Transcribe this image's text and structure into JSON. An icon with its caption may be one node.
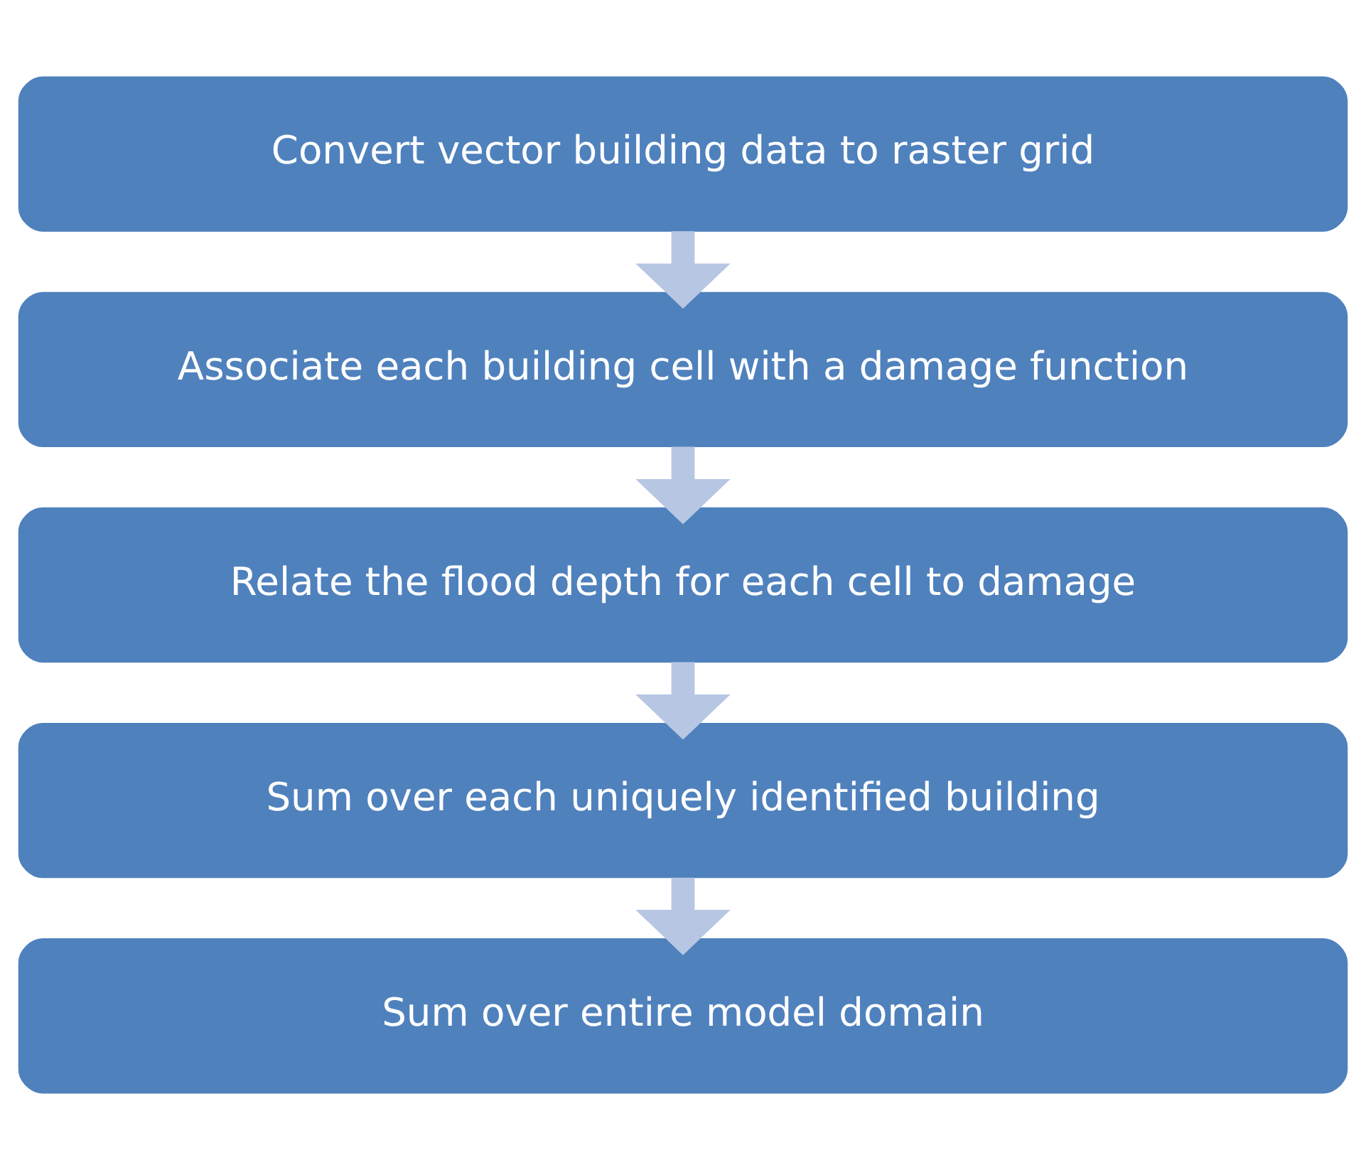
{
  "diagram": {
    "nodes": [
      {
        "text": [
          "Convert vector building data to raster grid"
        ]
      },
      {
        "text": [
          "Associate each building cell with a damage function"
        ]
      },
      {
        "text": [
          "Relate the flood depth for each cell to damage"
        ]
      },
      {
        "text": [
          "Sum over each uniquely identified building"
        ]
      },
      {
        "text": [
          "Sum over entire model domain"
        ]
      }
    ],
    "edges": [
      {
        "from": 0,
        "to": 1,
        "arrow": "to"
      },
      {
        "from": 1,
        "to": 2,
        "arrow": "to"
      },
      {
        "from": 2,
        "to": 3,
        "arrow": "to"
      },
      {
        "from": 3,
        "to": 4,
        "arrow": "to"
      }
    ]
  }
}
